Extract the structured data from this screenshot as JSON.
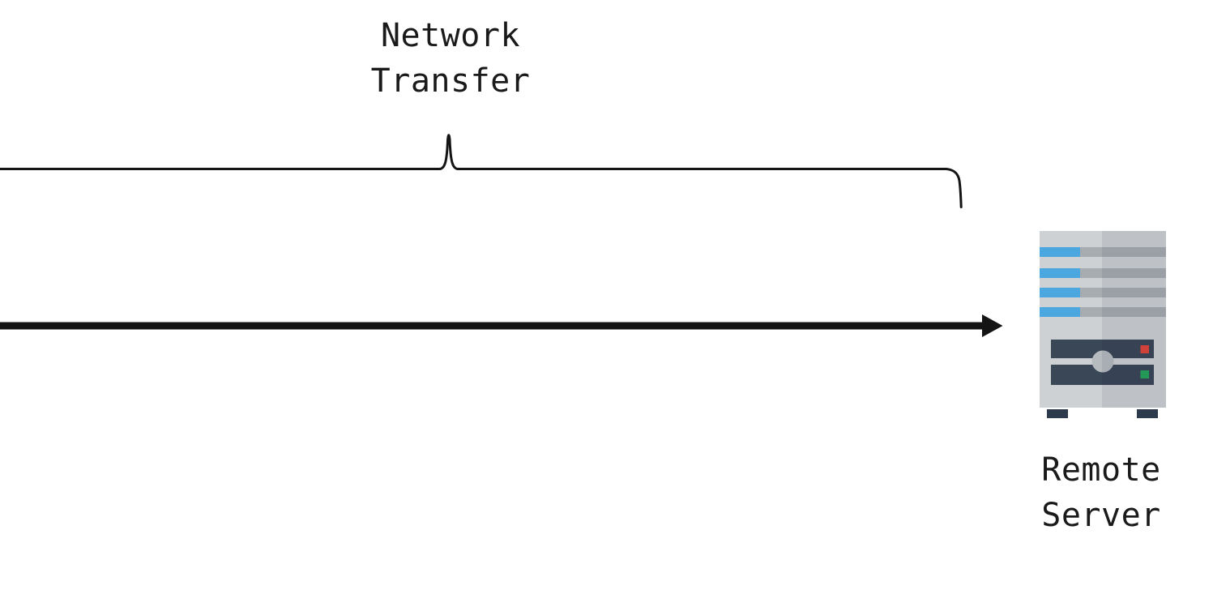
{
  "labels": {
    "network_transfer": [
      "Network",
      "Transfer"
    ],
    "remote_server": [
      "Remote",
      "Server"
    ]
  },
  "colors": {
    "ink": "#141414",
    "server": {
      "body": "#cdd1d4",
      "stripe": "#a6acb0",
      "blue_bar": "#4aa7e0",
      "panel": "#3a4757",
      "knob": "#b6bbbf",
      "led_red": "#e0453a",
      "led_green": "#25a45b",
      "feet": "#2d3a4c",
      "right_shade": "rgba(20,30,45,0.08)"
    }
  }
}
